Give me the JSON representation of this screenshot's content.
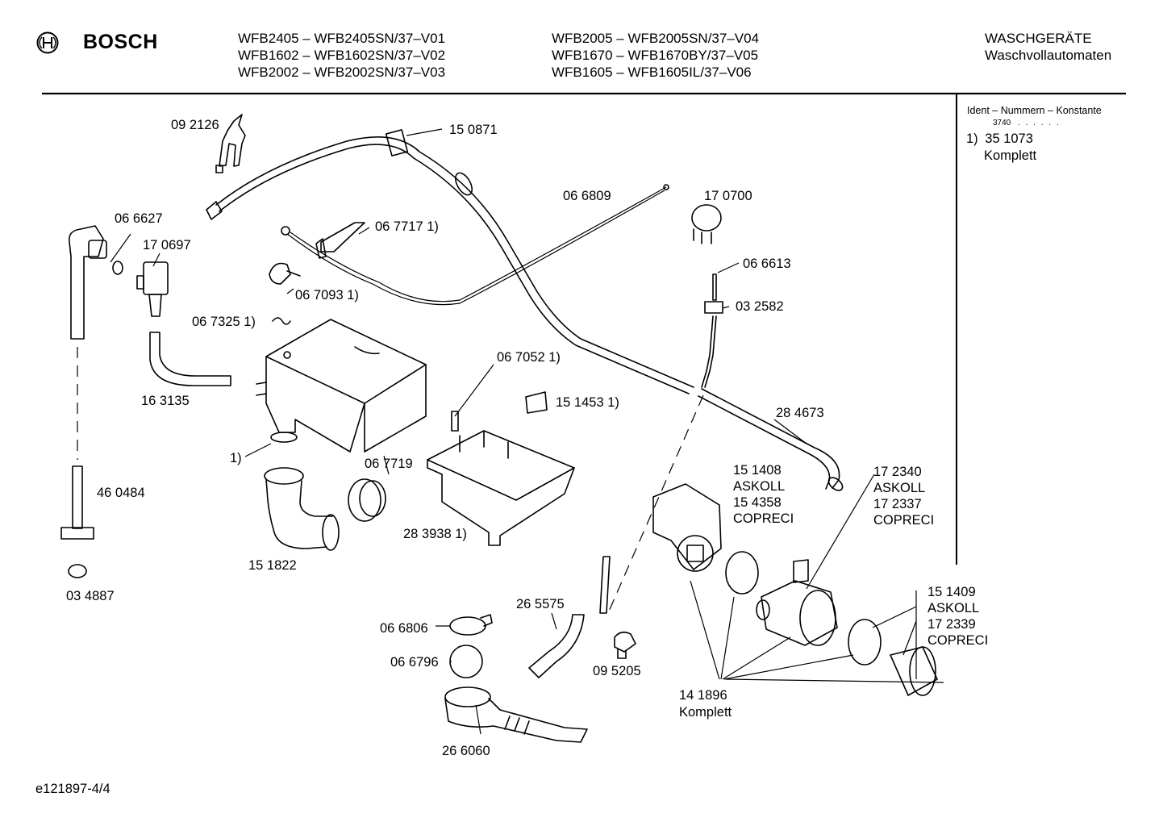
{
  "header": {
    "brand": "BOSCH",
    "models_col1": [
      "WFB2405 – WFB2405SN/37–V01",
      "WFB1602 – WFB1602SN/37–V02",
      "WFB2002 – WFB2002SN/37–V03"
    ],
    "models_col2": [
      "WFB2005 – WFB2005SN/37–V04",
      "WFB1670 – WFB1670BY/37–V05",
      "WFB1605 – WFB1605IL/37–V06"
    ],
    "category": "WASCHGERÄTE",
    "subcategory": "Waschvollautomaten"
  },
  "ident_box": {
    "title": "Ident – Nummern – Konstante",
    "constant": "3740",
    "dots": ". . . . . .",
    "item_marker": "1)",
    "item_number": "35 1073",
    "item_desc": "Komplett"
  },
  "labels": {
    "p092126": "09 2126",
    "p150871": "15 0871",
    "p066809": "06 6809",
    "p170700": "17 0700",
    "p066627": "06 6627",
    "p170697": "17 0697",
    "p067717": "06 7717 1)",
    "p066613": "06 6613",
    "p067093": "06 7093 1)",
    "p032582": "03 2582",
    "p067325": "06 7325 1)",
    "p067052": "06 7052 1)",
    "p163135": "16 3135",
    "p151453": "15 1453 1)",
    "p284673": "28 4673",
    "p_one": "1)",
    "p067719": "06 7719",
    "p460484": "46 0484",
    "p283938": "28 3938 1)",
    "p151822": "15 1822",
    "p034887": "03 4887",
    "p265575": "26 5575",
    "p066806": "06 6806",
    "p066796": "06 6796",
    "p095205": "09 5205",
    "p266060": "26 6060",
    "p141896": "14 1896",
    "p141896_desc": "Komplett",
    "pump_left": [
      "15 1408",
      "ASKOLL",
      "15 4358",
      "COPRECI"
    ],
    "pump_right": [
      "17 2340",
      "ASKOLL",
      "17 2337",
      "COPRECI"
    ],
    "filter": [
      "15 1409",
      "ASKOLL",
      "17 2339",
      "COPRECI"
    ]
  },
  "footer": {
    "code": "e121897-4/4"
  }
}
